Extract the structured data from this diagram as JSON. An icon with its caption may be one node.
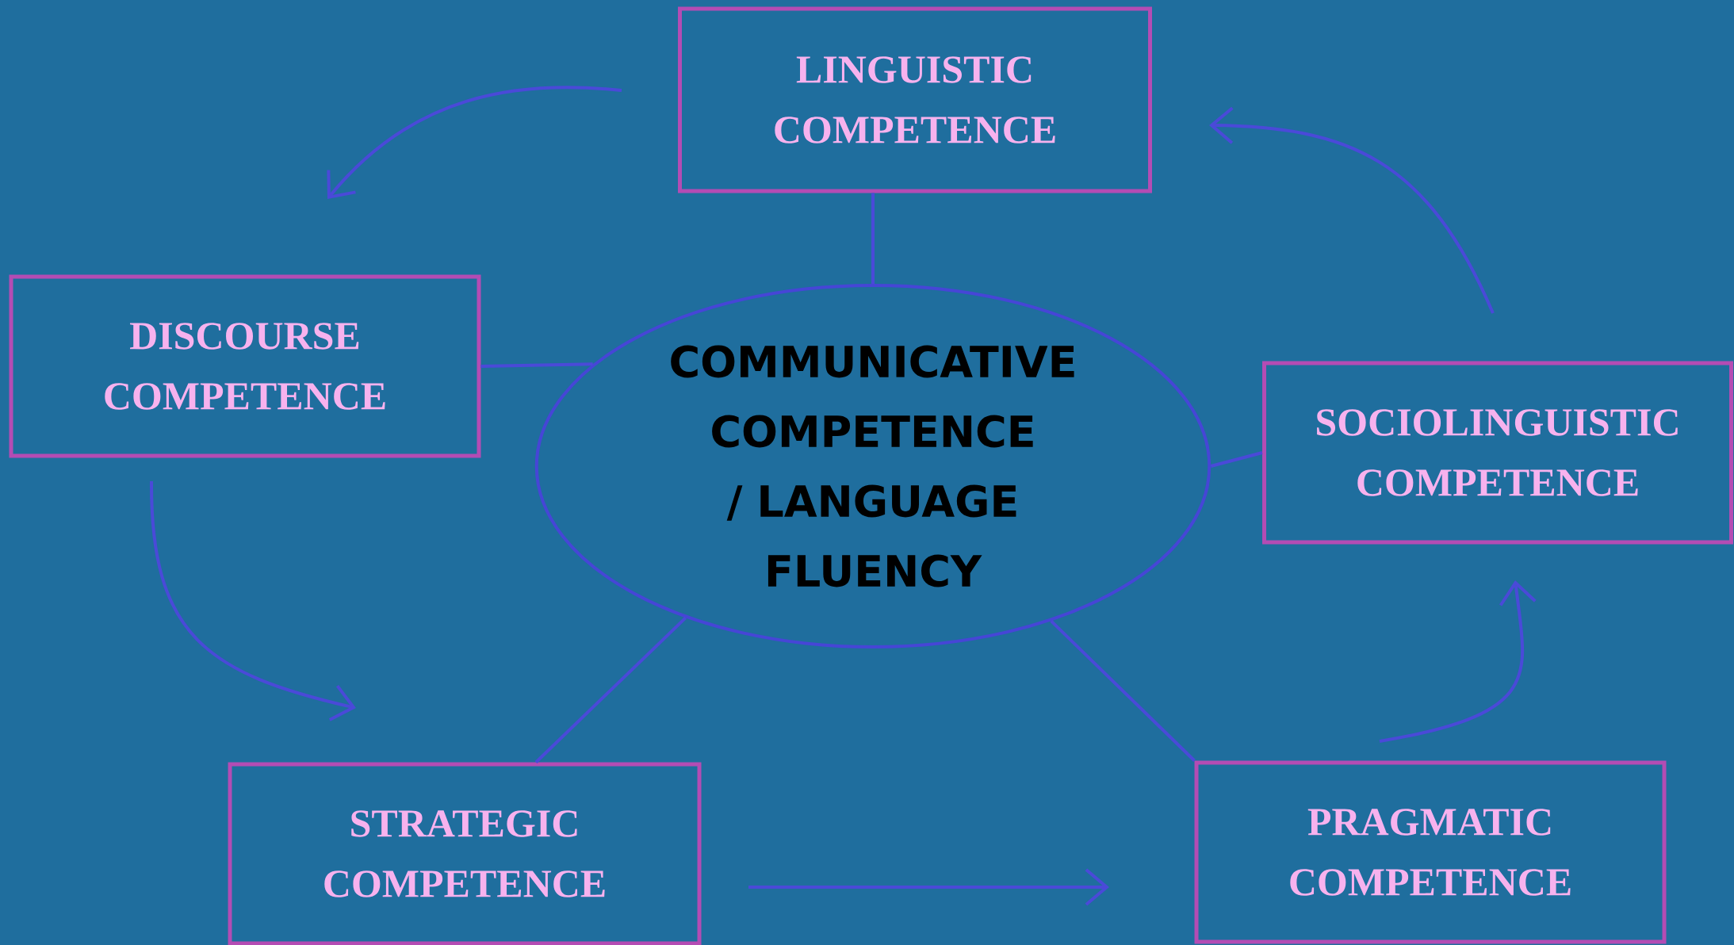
{
  "diagram": {
    "nodes": [
      {
        "text": [
          "COMMUNICATIVE COMPETENCE / LANGUAGE FLUENCY"
        ]
      },
      {
        "text": [
          "LINGUISTIC COMPETENCE"
        ]
      },
      {
        "text": [
          "DISCOURSE COMPETENCE"
        ]
      },
      {
        "text": [
          "SOCIOLINGUISTIC COMPETENCE"
        ]
      },
      {
        "text": [
          "STRATEGIC COMPETENCE"
        ]
      },
      {
        "text": [
          "PRAGMATIC COMPETENCE"
        ]
      }
    ],
    "edges": [
      {
        "from": 0,
        "to": 1,
        "arrow": "none"
      },
      {
        "from": 0,
        "to": 2,
        "arrow": "none"
      },
      {
        "from": 0,
        "to": 3,
        "arrow": "none"
      },
      {
        "from": 0,
        "to": 4,
        "arrow": "none"
      },
      {
        "from": 0,
        "to": 5,
        "arrow": "none"
      },
      {
        "from": 1,
        "to": 2,
        "arrow": "to"
      },
      {
        "from": 2,
        "to": 4,
        "arrow": "to"
      },
      {
        "from": 4,
        "to": 5,
        "arrow": "to"
      },
      {
        "from": 5,
        "to": 3,
        "arrow": "to"
      },
      {
        "from": 3,
        "to": 1,
        "arrow": "to"
      }
    ]
  }
}
